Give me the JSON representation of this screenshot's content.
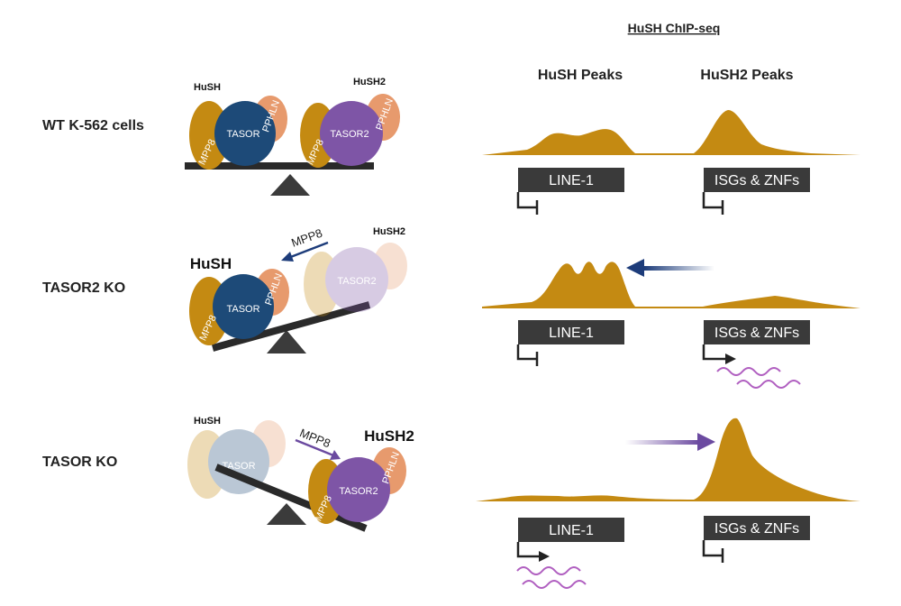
{
  "header": {
    "title": "HuSH ChIP-seq"
  },
  "columns": {
    "left": "HuSH Peaks",
    "right": "HuSH2 Peaks"
  },
  "rows": [
    {
      "label": "WT K-562 cells"
    },
    {
      "label": "TASOR2 KO"
    },
    {
      "label": "TASOR KO"
    }
  ],
  "complexes": {
    "hush": "HuSH",
    "hush2": "HuSH2"
  },
  "proteins": {
    "tasor": "TASOR",
    "tasor2": "TASOR2",
    "mpp8": "MPP8",
    "pphln": "PPHLN"
  },
  "arrows": {
    "mpp8": "MPP8"
  },
  "targets": {
    "line1": "LINE-1",
    "isgs": "ISGs & ZNFs"
  },
  "colors": {
    "peak": "#c48a12",
    "tasor": "#1d4a78",
    "tasor2": "#7e55a6",
    "mpp8": "#c48a12",
    "pphln": "#e79a6d",
    "box": "#3a3a3a",
    "arrow_blue": "#1d3c7a",
    "arrow_purple": "#6b4aa0",
    "wave": "#b05fc0"
  }
}
